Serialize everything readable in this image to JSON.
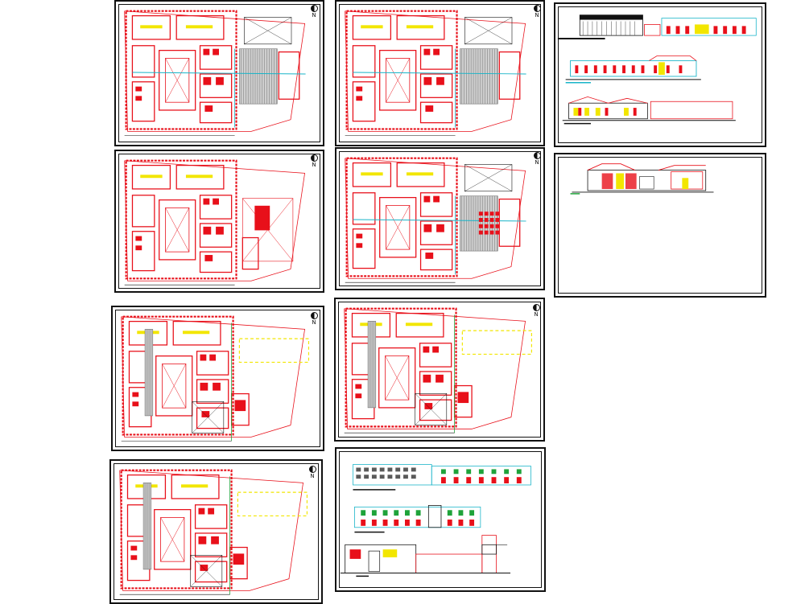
{
  "north_label": "N",
  "colors": {
    "wall": "#e8101a",
    "hatch": "#5a5a5a",
    "accent_yellow": "#f2e600",
    "accent_cyan": "#18b4c8",
    "accent_green": "#1fa33a",
    "line": "#111111"
  },
  "sheets": [
    {
      "id": "plan-1",
      "kind": "floor-plan",
      "north": true
    },
    {
      "id": "plan-2",
      "kind": "floor-plan",
      "north": true
    },
    {
      "id": "elev-1",
      "kind": "elevations",
      "north": false
    },
    {
      "id": "plan-3",
      "kind": "floor-plan",
      "north": true
    },
    {
      "id": "plan-4",
      "kind": "floor-plan",
      "north": true
    },
    {
      "id": "sect-1",
      "kind": "section",
      "north": false
    },
    {
      "id": "plan-5",
      "kind": "floor-plan",
      "north": true
    },
    {
      "id": "plan-6",
      "kind": "floor-plan",
      "north": true
    },
    {
      "id": "plan-7",
      "kind": "floor-plan",
      "north": true
    },
    {
      "id": "elev-2",
      "kind": "elevations",
      "north": false
    }
  ]
}
